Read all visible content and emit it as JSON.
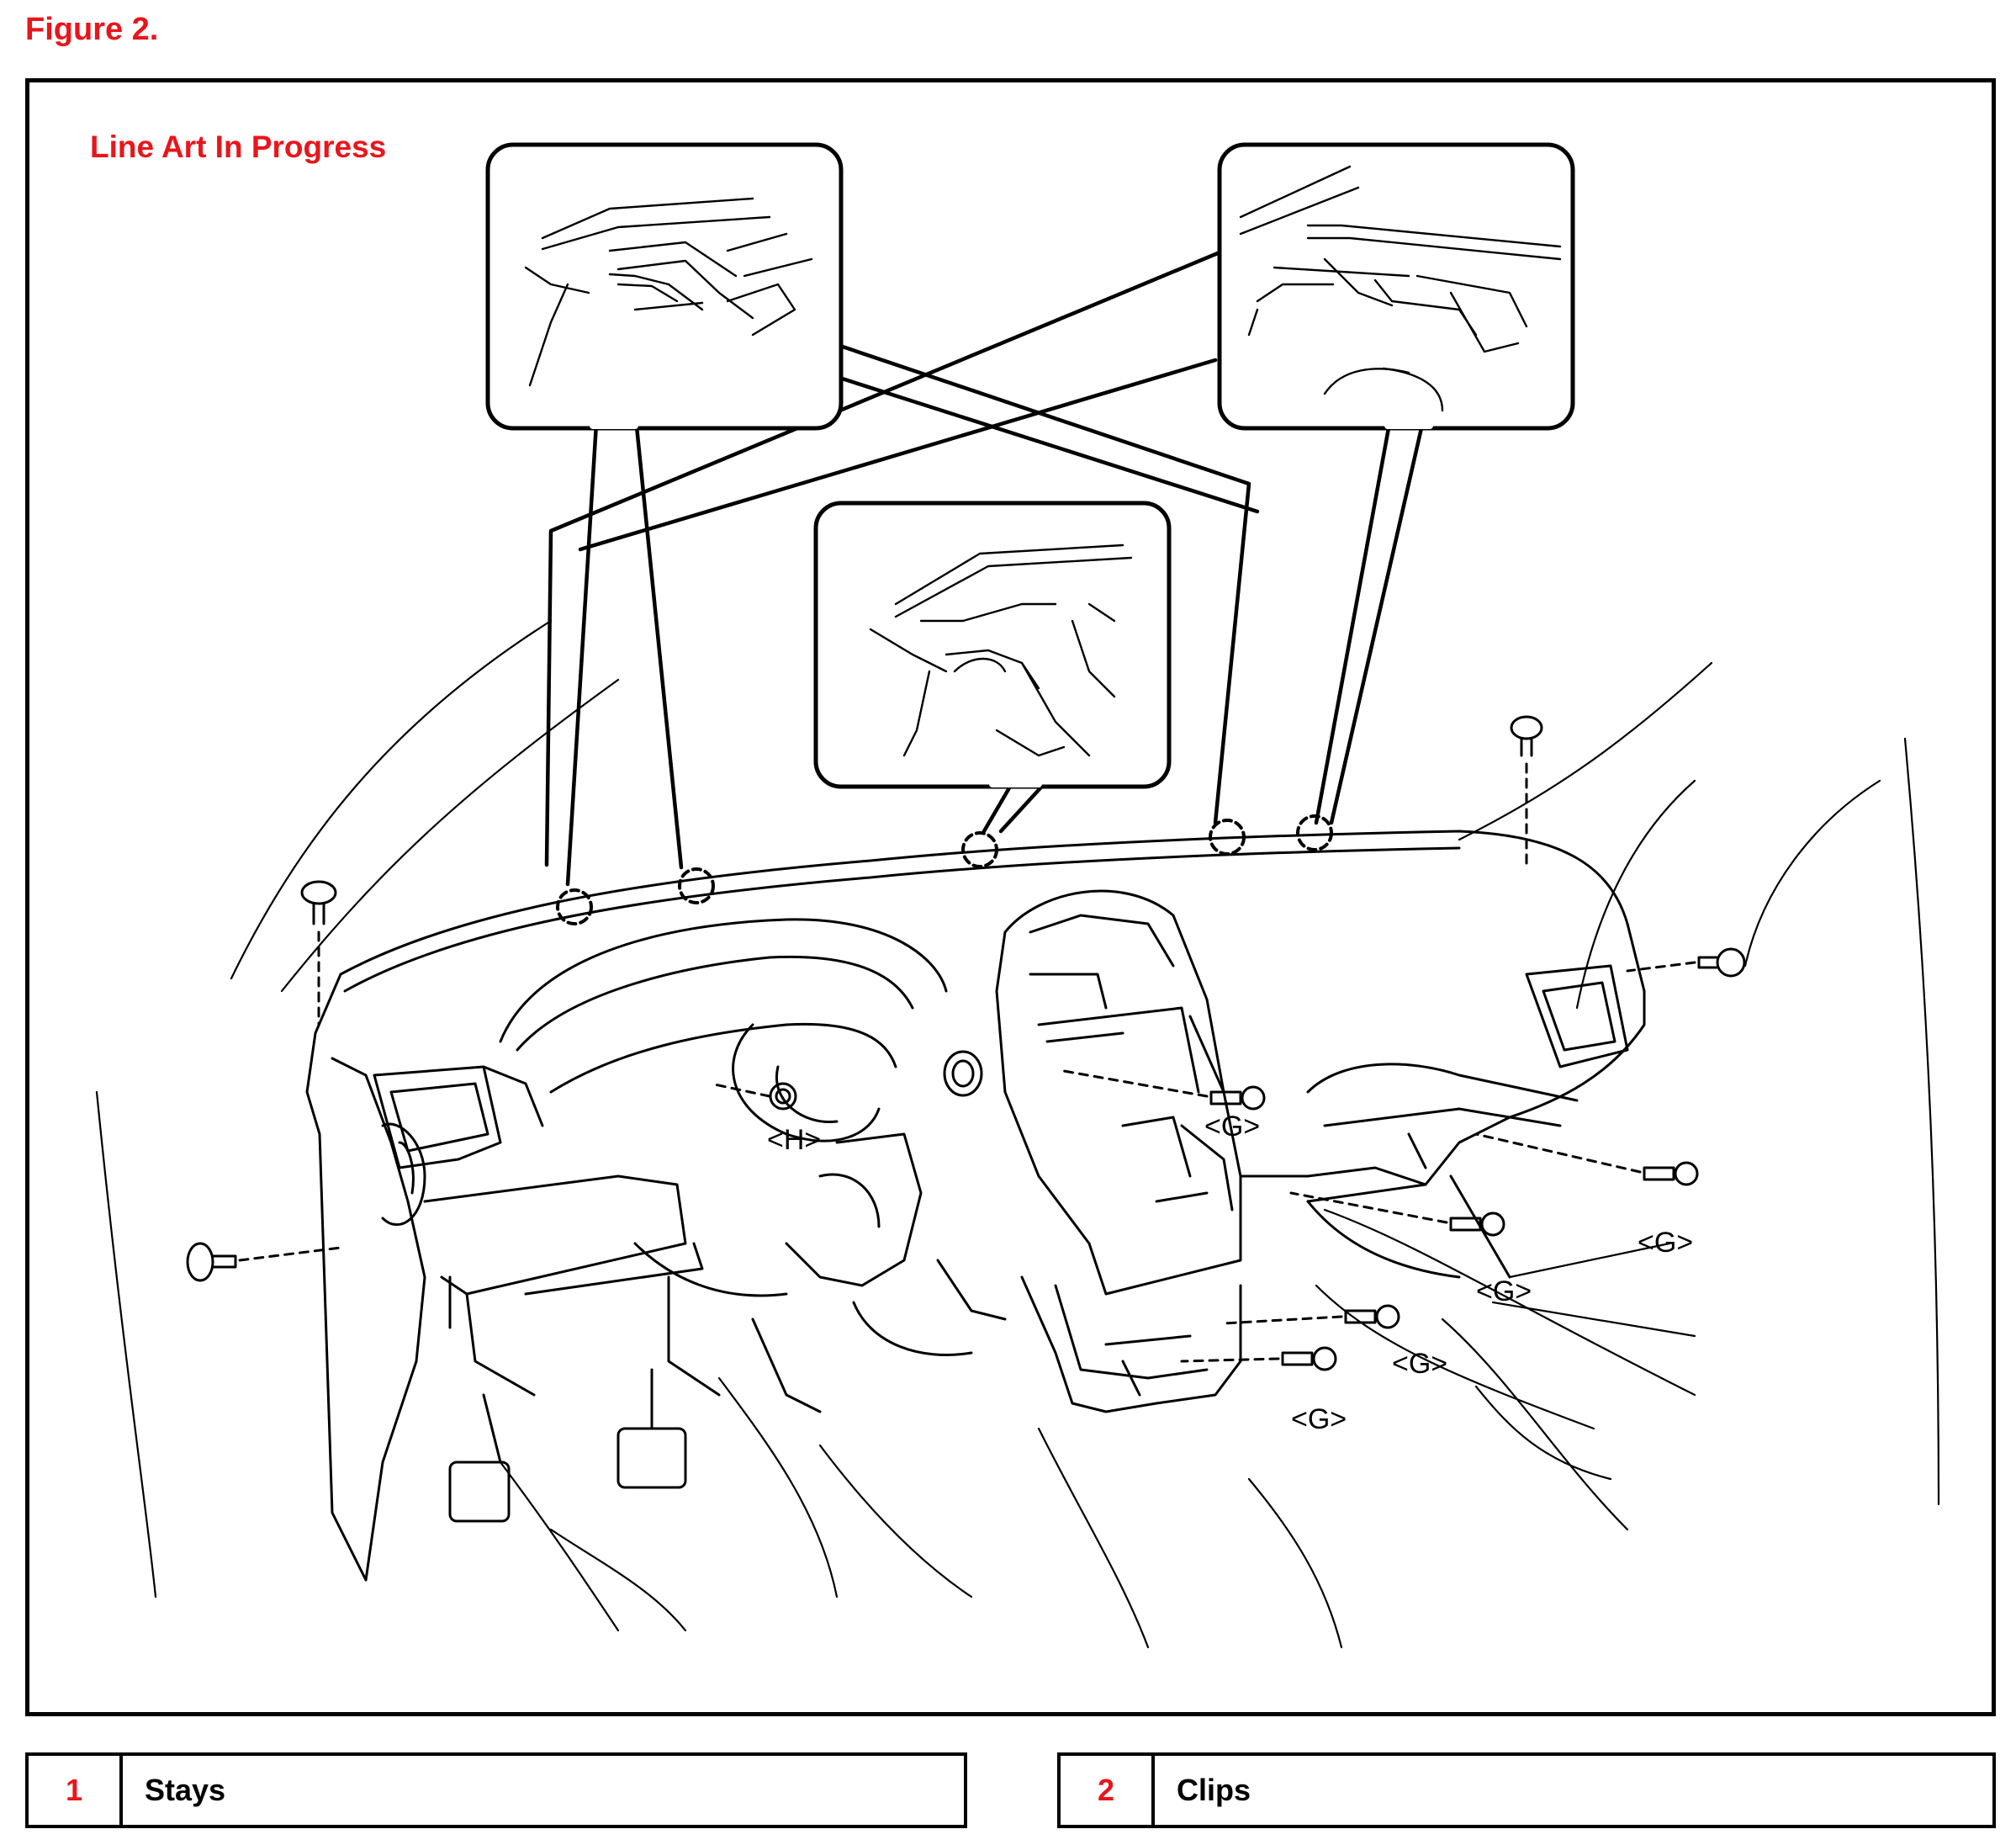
{
  "figure": {
    "title": "Figure 2.",
    "title_color": "#e8161c"
  },
  "diagram": {
    "status_label": "Line Art In Progress",
    "callouts": [
      "<H>",
      "<G>",
      "<G>",
      "<G>",
      "<G>",
      "<G>"
    ]
  },
  "legend": [
    {
      "number": "1",
      "label": "Stays"
    },
    {
      "number": "2",
      "label": "Clips"
    }
  ]
}
